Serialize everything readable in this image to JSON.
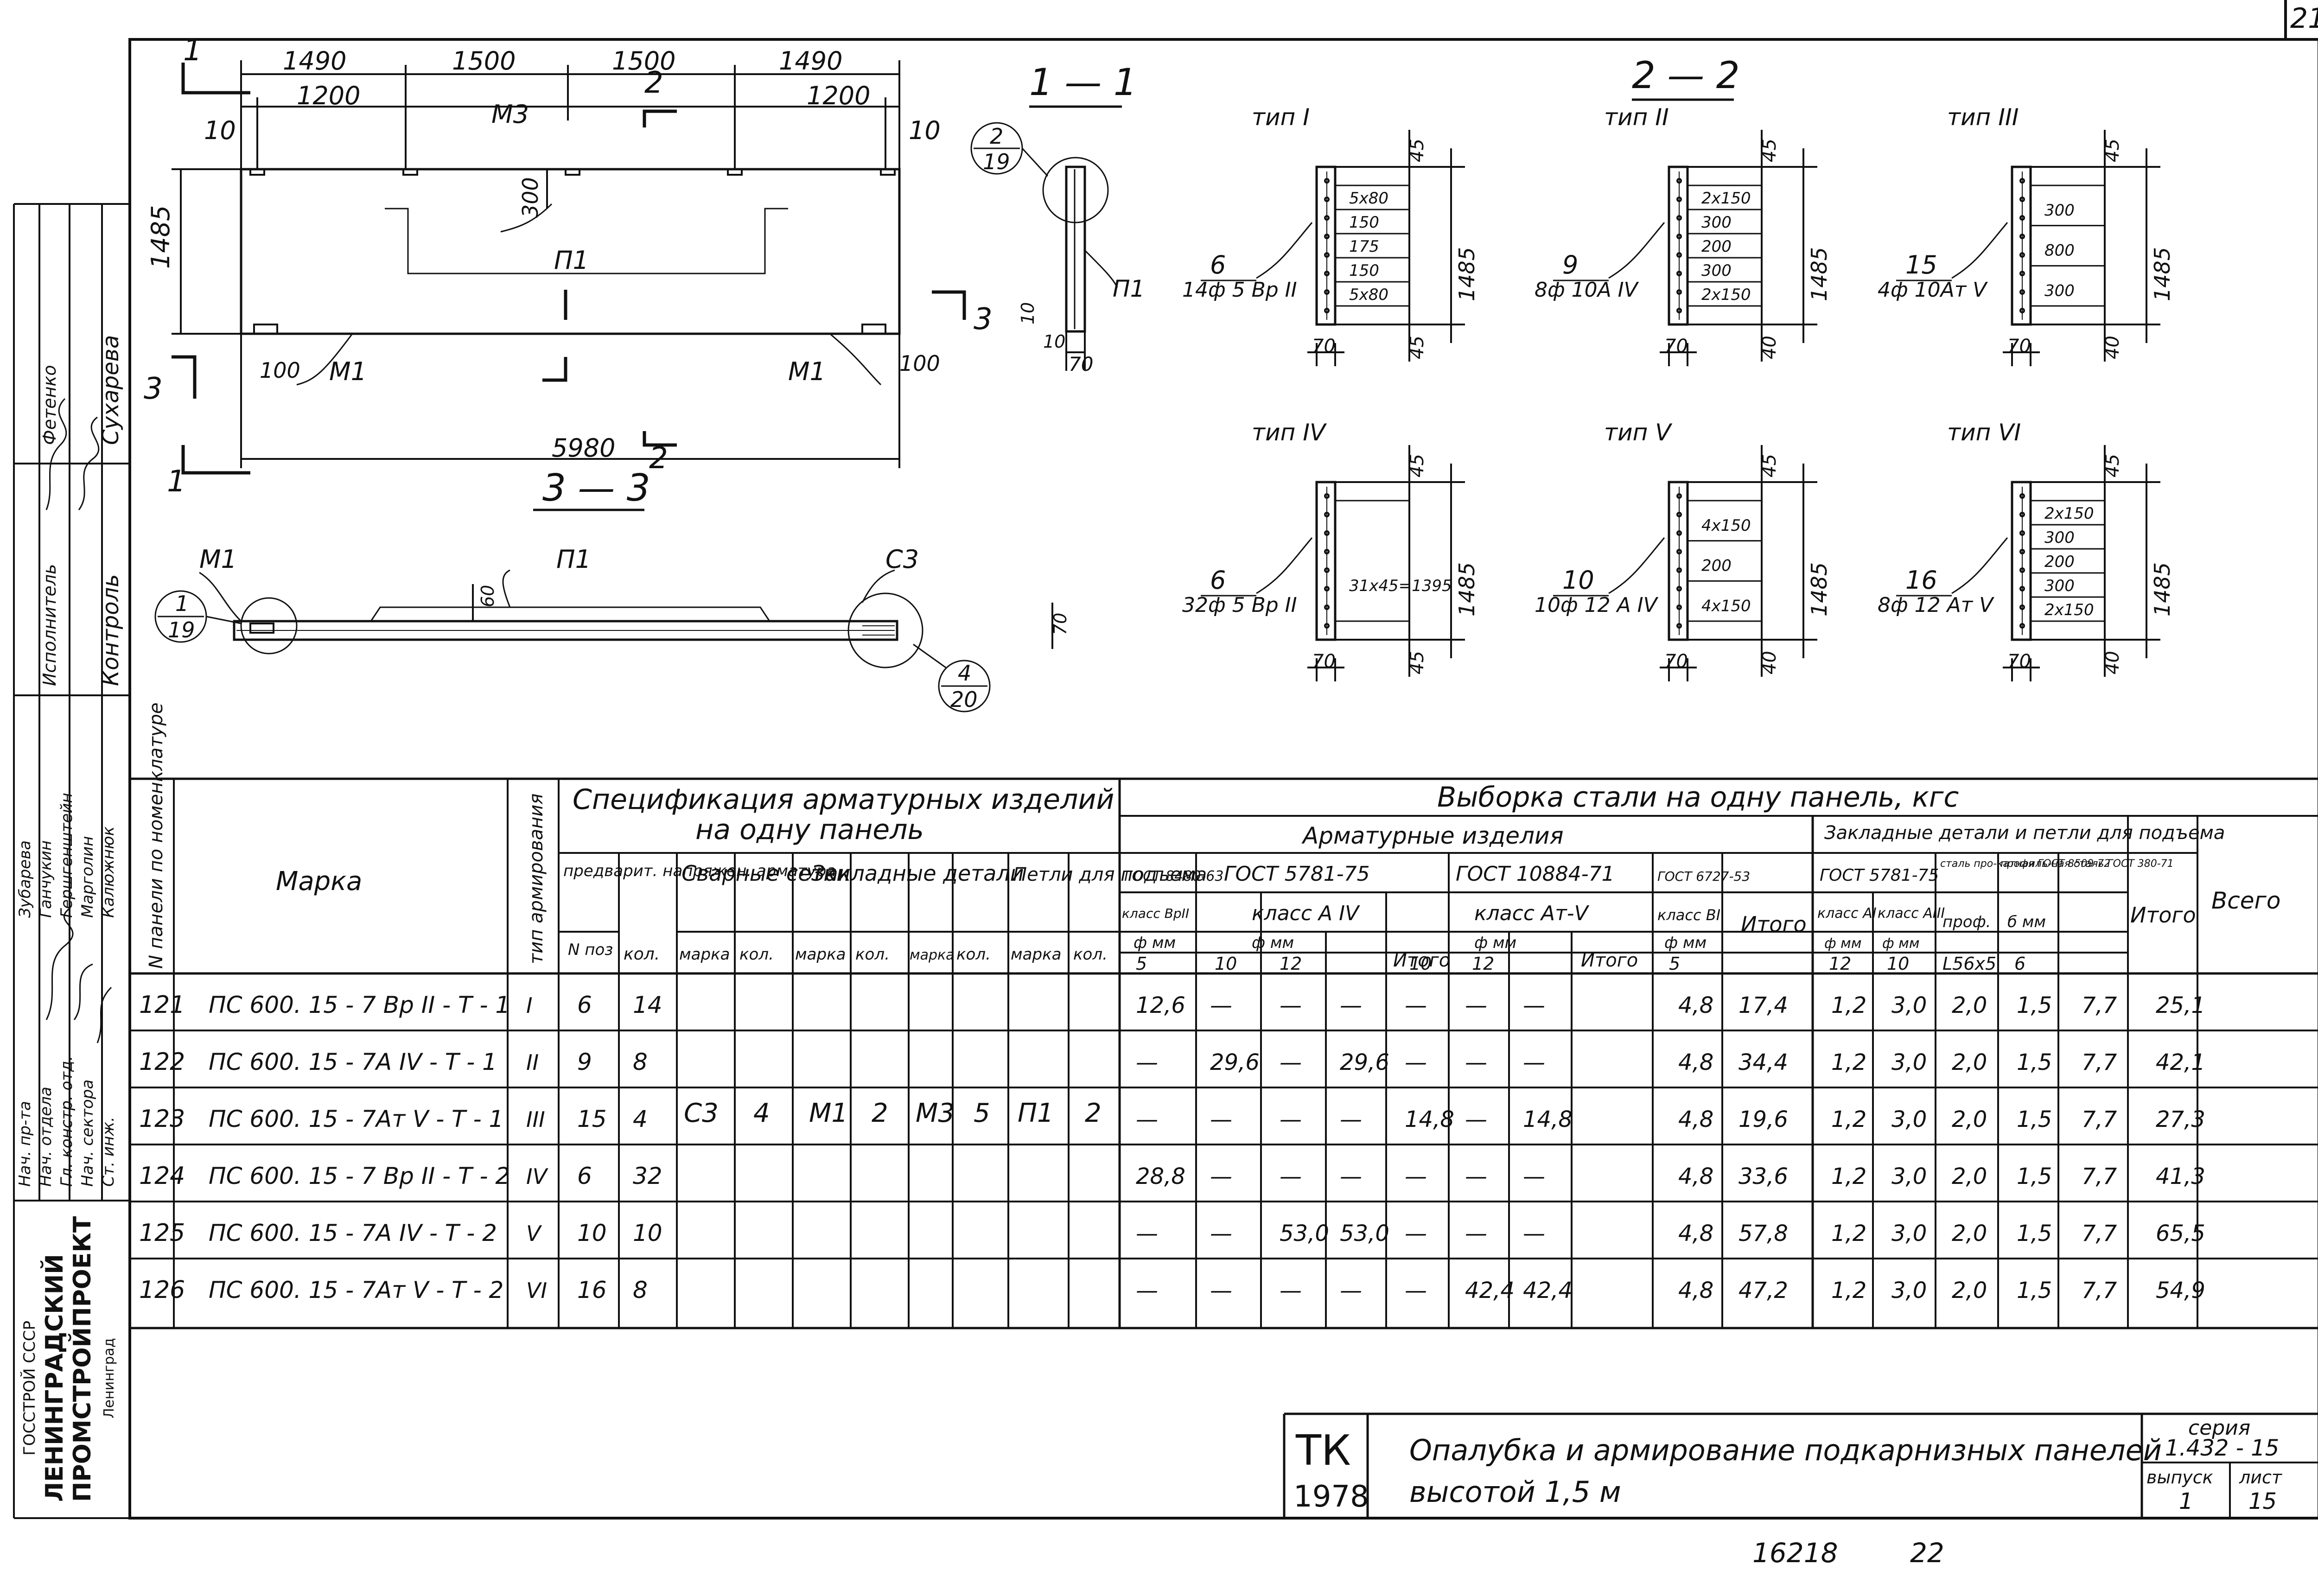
{
  "sheet_corner": "21",
  "sections": {
    "s1": "1 — 1",
    "s2": "2 — 2",
    "s3": "3 — 3"
  },
  "cut_marks": {
    "one": "1",
    "two": "2",
    "three": "3"
  },
  "plan": {
    "top_dims": [
      "1490",
      "1500",
      "1500",
      "1490"
    ],
    "second_dims": [
      "1200",
      "М3",
      "1200"
    ],
    "end_gap": "10",
    "height": "1485",
    "inner": "300",
    "length": "5980",
    "edge_offset": "100",
    "label_p1": "П1",
    "label_m1": "М1"
  },
  "section1": {
    "ref_num": "2",
    "ref_sheet": "19",
    "label": "П1",
    "d10": "10",
    "d70": "70"
  },
  "section3": {
    "label_m1": "М1",
    "label_p1": "П1",
    "label_c3": "С3",
    "d60": "60",
    "d70": "70",
    "refA_num": "1",
    "refA_sheet": "19",
    "refB_num": "4",
    "refB_sheet": "20"
  },
  "types": [
    {
      "title": "тип I",
      "num": "6",
      "bar": "14ф 5 Вр II",
      "height": "1485",
      "top": "45",
      "bottom": "45",
      "w": "70",
      "dims": [
        "5х80",
        "150",
        "175",
        "150",
        "5х80"
      ]
    },
    {
      "title": "тип II",
      "num": "9",
      "bar": "8ф 10А IV",
      "height": "1485",
      "top": "45",
      "bottom": "40",
      "w": "70",
      "dims": [
        "2х150",
        "300",
        "200",
        "300",
        "2х150"
      ]
    },
    {
      "title": "тип III",
      "num": "15",
      "bar": "4ф 10Ат V",
      "height": "1485",
      "top": "45",
      "bottom": "40",
      "w": "70",
      "dims": [
        "300",
        "800",
        "300"
      ]
    },
    {
      "title": "тип IV",
      "num": "6",
      "bar": "32ф 5 Вр II",
      "height": "1485",
      "top": "45",
      "bottom": "45",
      "w": "70",
      "dims": [
        "31х45=1395"
      ]
    },
    {
      "title": "тип V",
      "num": "10",
      "bar": "10ф 12 А IV",
      "height": "1485",
      "top": "45",
      "bottom": "40",
      "w": "70",
      "dims": [
        "4х150",
        "200",
        "4х150"
      ]
    },
    {
      "title": "тип VI",
      "num": "16",
      "bar": "8ф 12 Ат V",
      "height": "1485",
      "top": "45",
      "bottom": "40",
      "w": "70",
      "dims": [
        "2х150",
        "300",
        "200",
        "300",
        "2х150"
      ]
    }
  ],
  "stamp_left": {
    "org1": "ГОССТРОЙ СССР",
    "org2": "ЛЕНИНГРАДСКИЙ",
    "org3": "ПРОМСТРОЙПРОЕКТ",
    "city": "Ленинград",
    "roles": [
      "Нач. пр-та",
      "Нач. отдела",
      "Гл. констр. отд.",
      "Нач. сектора",
      "Ст. инж."
    ],
    "names": [
      "Зубарева",
      "Ганчукин",
      "Гершгенштейн",
      "Марголин",
      "Калюжнюк"
    ],
    "control": "Контроль",
    "control_role": "Исполнитель",
    "control_names": [
      "Сухарева",
      "Фетенко"
    ],
    "nomen": "N панели по номенклатуре"
  },
  "spec_table": {
    "title_left1": "Спецификация арматурных изделий",
    "title_left2": "на одну панель",
    "title_right": "Выборка стали на одну панель, кгс",
    "h_marka": "Марка",
    "h_tip": "тип армирования",
    "h_predv": "предварит. напряжен. арматура",
    "h_svar": "Сварные сетки",
    "h_zakl": "Закладные детали",
    "h_petli": "Петли для подъема",
    "h_poz": "N поз",
    "h_kol": "кол.",
    "h_marka_s": "марка",
    "h_arm": "Арматурные изделия",
    "h_zakl2": "Закладные детали и петли для подъема",
    "h_gost8480": "ГОСТ 8480-63",
    "h_gost5781": "ГОСТ 5781-75",
    "h_gost10884": "ГОСТ 10884-71",
    "h_gost6727": "ГОСТ 6727-53",
    "h_klass_bp": "класс ВрII",
    "h_klass_a4": "класс А IV",
    "h_klass_at5": "класс Ат-V",
    "h_klass_b1": "класс BI",
    "h_fmm": "ф мм",
    "h_itogo": "Итого",
    "h_vsego": "Всего",
    "h_gost5781b": "ГОСТ 5781-75",
    "h_stal_prokat": "сталь про-катная ГОСТ 8509-72",
    "h_stal_prof": "профиль-ная сталь ГОСТ 380-71",
    "h_klass_a1": "класс АI",
    "h_klass_a3": "класс АIII",
    "h_prof": "проф.",
    "h_dmm": "б мм",
    "sub_diams": [
      "5",
      "10",
      "12",
      "10",
      "12",
      "5",
      "12",
      "10",
      "L56х5",
      "6"
    ],
    "merged": {
      "svar_marka": "С3",
      "svar_kol": "4",
      "z1_marka": "М1",
      "z1_kol": "2",
      "z2_marka": "М3",
      "z2_kol": "5",
      "p_marka": "П1",
      "p_kol": "2"
    },
    "rows": [
      {
        "n": "121",
        "marka": "ПС 600. 15 - 7 Вр II - Т - 1",
        "tip": "I",
        "poz": "6",
        "kol": "14",
        "v": [
          "12,6",
          "—",
          "—",
          "—",
          "—",
          "—",
          "—",
          "4,8",
          "17,4",
          "1,2",
          "3,0",
          "2,0",
          "1,5",
          "7,7",
          "25,1"
        ]
      },
      {
        "n": "122",
        "marka": "ПС 600. 15 - 7А IV - Т - 1",
        "tip": "II",
        "poz": "9",
        "kol": "8",
        "v": [
          "—",
          "29,6",
          "—",
          "29,6",
          "—",
          "—",
          "—",
          "4,8",
          "34,4",
          "1,2",
          "3,0",
          "2,0",
          "1,5",
          "7,7",
          "42,1"
        ]
      },
      {
        "n": "123",
        "marka": "ПС 600. 15 - 7Ат V - Т - 1",
        "tip": "III",
        "poz": "15",
        "kol": "4",
        "v": [
          "—",
          "—",
          "—",
          "—",
          "14,8",
          "—",
          "14,8",
          "4,8",
          "19,6",
          "1,2",
          "3,0",
          "2,0",
          "1,5",
          "7,7",
          "27,3"
        ]
      },
      {
        "n": "124",
        "marka": "ПС 600. 15 - 7 Вр II - Т - 2",
        "tip": "IV",
        "poz": "6",
        "kol": "32",
        "v": [
          "28,8",
          "—",
          "—",
          "—",
          "—",
          "—",
          "—",
          "4,8",
          "33,6",
          "1,2",
          "3,0",
          "2,0",
          "1,5",
          "7,7",
          "41,3"
        ]
      },
      {
        "n": "125",
        "marka": "ПС 600. 15 - 7А IV - Т - 2",
        "tip": "V",
        "poz": "10",
        "kol": "10",
        "v": [
          "—",
          "—",
          "53,0",
          "53,0",
          "—",
          "—",
          "—",
          "4,8",
          "57,8",
          "1,2",
          "3,0",
          "2,0",
          "1,5",
          "7,7",
          "65,5"
        ]
      },
      {
        "n": "126",
        "marka": "ПС 600. 15 - 7Ат V - Т - 2",
        "tip": "VI",
        "poz": "16",
        "kol": "8",
        "v": [
          "—",
          "—",
          "—",
          "—",
          "—",
          "42,4",
          "42,4",
          "4,8",
          "47,2",
          "1,2",
          "3,0",
          "2,0",
          "1,5",
          "7,7",
          "54,9"
        ]
      }
    ]
  },
  "title_block": {
    "tk": "ТК",
    "year": "1978",
    "line1": "Опалубка и армирование подкарнизных панелей",
    "line2": "высотой 1,5 м",
    "series_label": "серия",
    "series": "1.432 - 15",
    "vypusk_label": "выпуск",
    "vypusk": "1",
    "list_label": "лист",
    "list": "15"
  },
  "footer": {
    "doc": "16218",
    "page": "22"
  }
}
